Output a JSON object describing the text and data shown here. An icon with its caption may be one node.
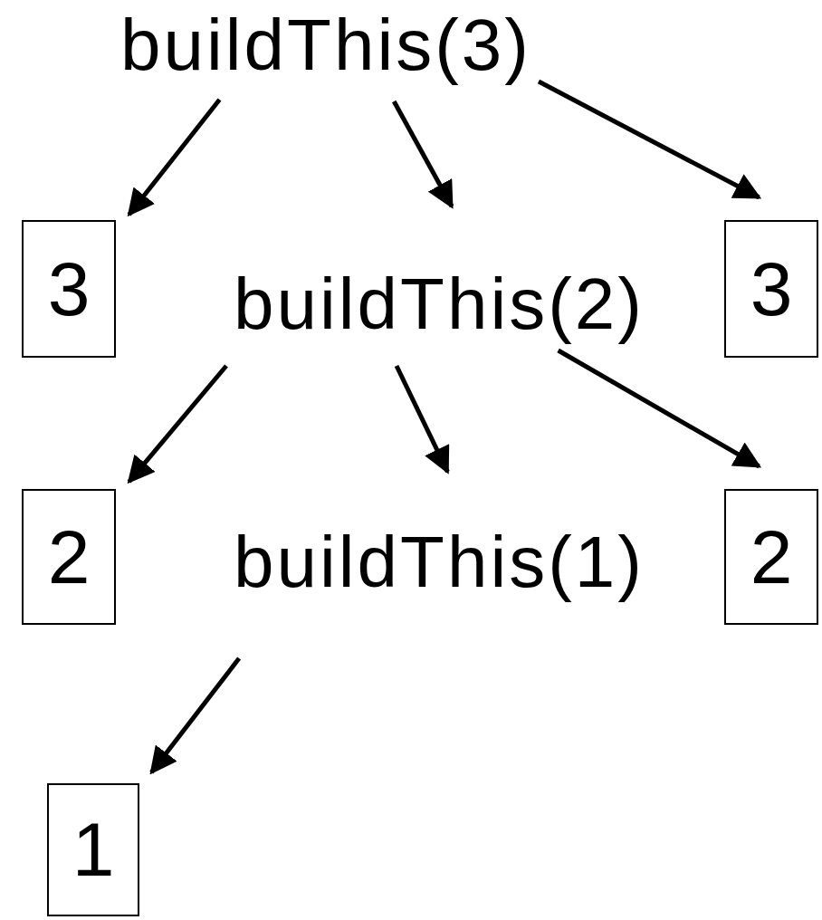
{
  "diagram": {
    "nodes": [
      {
        "text": [
          "buildThis(3)"
        ]
      },
      {
        "text": [
          "3"
        ]
      },
      {
        "text": [
          "buildThis(2)"
        ]
      },
      {
        "text": [
          "3"
        ]
      },
      {
        "text": [
          "2"
        ]
      },
      {
        "text": [
          "buildThis(1)"
        ]
      },
      {
        "text": [
          "2"
        ]
      },
      {
        "text": [
          "1"
        ]
      }
    ],
    "edges": [
      {
        "from": 0,
        "to": 1,
        "arrow": "to"
      },
      {
        "from": 0,
        "to": 2,
        "arrow": "to"
      },
      {
        "from": 0,
        "to": 3,
        "arrow": "to"
      },
      {
        "from": 2,
        "to": 4,
        "arrow": "to"
      },
      {
        "from": 2,
        "to": 5,
        "arrow": "to"
      },
      {
        "from": 2,
        "to": 6,
        "arrow": "to"
      },
      {
        "from": 5,
        "to": 7,
        "arrow": "to"
      }
    ]
  }
}
